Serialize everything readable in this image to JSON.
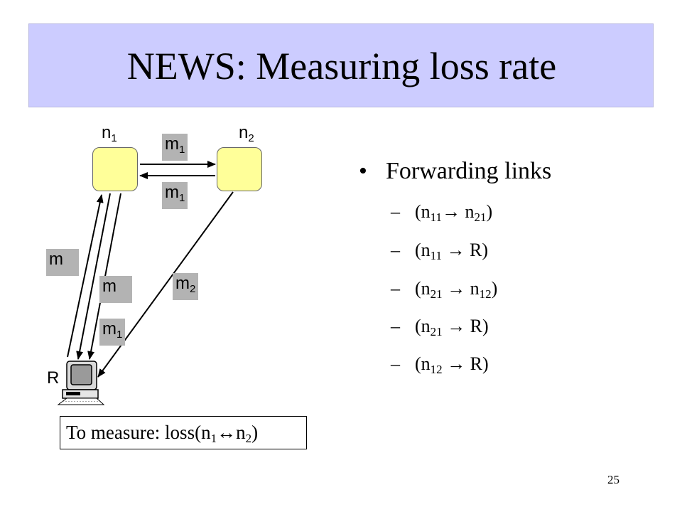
{
  "title": "NEWS: Measuring loss rate",
  "diagram": {
    "nodes": [
      {
        "base": "n",
        "sub": "1"
      },
      {
        "base": "n",
        "sub": "2"
      }
    ],
    "receiver_label": "R",
    "messages": [
      {
        "base": "m",
        "sub": "1"
      },
      {
        "base": "m",
        "sub": "1"
      },
      {
        "base": "m",
        "sub": ""
      },
      {
        "base": "m",
        "sub": ""
      },
      {
        "base": "m",
        "sub": "2"
      },
      {
        "base": "m",
        "sub": "1"
      }
    ]
  },
  "bullets": {
    "main": "Forwarding links",
    "dash": "–",
    "items": [
      {
        "open": "(n",
        "s1": "11",
        "arrow": "→ n",
        "s2": "21",
        "close": ")"
      },
      {
        "open": "(n",
        "s1": "11",
        "arrow": " → R)",
        "s2": "",
        "close": ""
      },
      {
        "open": "(n",
        "s1": "21",
        "arrow": " → n",
        "s2": "12",
        "close": ")"
      },
      {
        "open": "(n",
        "s1": "21",
        "arrow": " → R)",
        "s2": "",
        "close": ""
      },
      {
        "open": "(n",
        "s1": "12",
        "arrow": " → R)",
        "s2": "",
        "close": ""
      }
    ]
  },
  "measure": {
    "prefix": "To measure: loss(n",
    "s1": "1",
    "arrow": "↔n",
    "s2": "2",
    "suffix": ")"
  },
  "page_number": "25",
  "colors": {
    "title_bg": "#ccccff",
    "node_fill": "#ffff99",
    "message_bg": "#b3b3b3"
  }
}
